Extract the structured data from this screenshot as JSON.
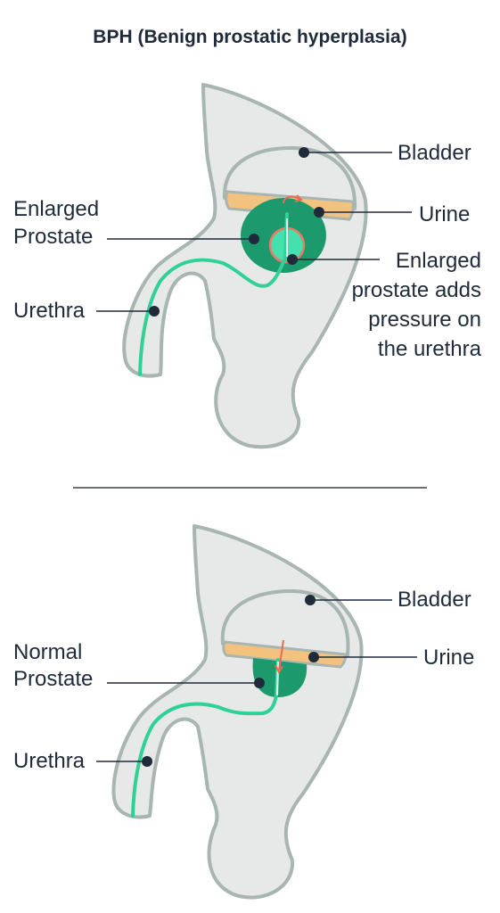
{
  "title": "BPH (Benign prostatic hyperplasia)",
  "top": {
    "labels": {
      "bladder": "Bladder",
      "urine": "Urine",
      "enlarged_prostate_line1": "Enlarged",
      "enlarged_prostate_line2": "Prostate",
      "urethra": "Urethra",
      "pressure_line1": "Enlarged",
      "pressure_line2": "prostate adds",
      "pressure_line3": "pressure on",
      "pressure_line4": "the urethra"
    }
  },
  "bottom": {
    "labels": {
      "bladder": "Bladder",
      "urine": "Urine",
      "normal_prostate_line1": "Normal",
      "normal_prostate_line2": "Prostate",
      "urethra": "Urethra"
    }
  },
  "colors": {
    "body_fill": "#e6e9e7",
    "outline": "#a8b5b0",
    "urine": "#f4c27f",
    "prostate": "#1c9a6e",
    "urethra": "#2fd197",
    "pressure_fill": "#44e0ad",
    "pressure_ring": "#f07864",
    "arrow": "#f06a50",
    "text": "#1f2a3a",
    "divider": "#3a3f44"
  }
}
